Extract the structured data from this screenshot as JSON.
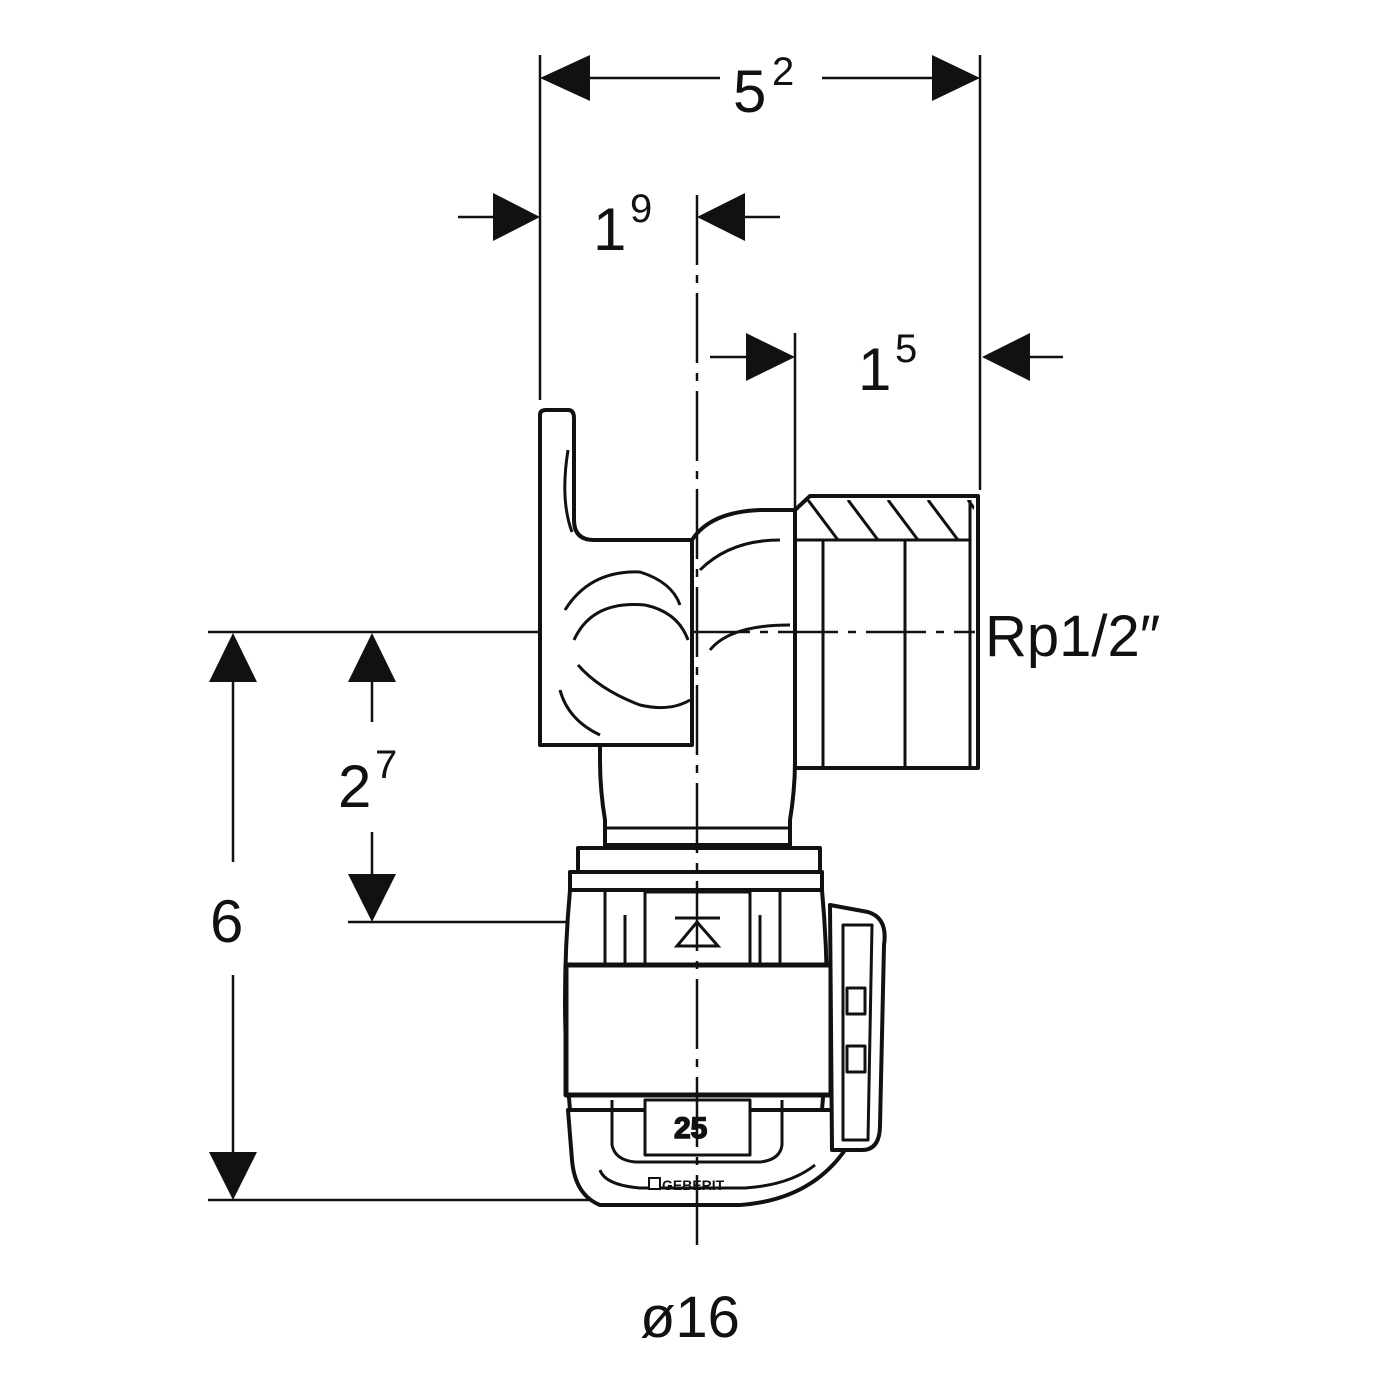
{
  "dimensions": {
    "overall_width": {
      "base": "5",
      "exp": "2"
    },
    "flange_to_axis": {
      "base": "1",
      "exp": "9"
    },
    "thread_length": {
      "base": "1",
      "exp": "5"
    },
    "axis_to_marker": {
      "base": "2",
      "exp": "7"
    },
    "overall_height": "6"
  },
  "thread_label": "Rp1/2″",
  "pipe_label": "ø16",
  "fitting": {
    "size_marking": "25",
    "brand_marking": "GEBERIT"
  },
  "colors": {
    "line": "#111111",
    "background": "#ffffff"
  }
}
